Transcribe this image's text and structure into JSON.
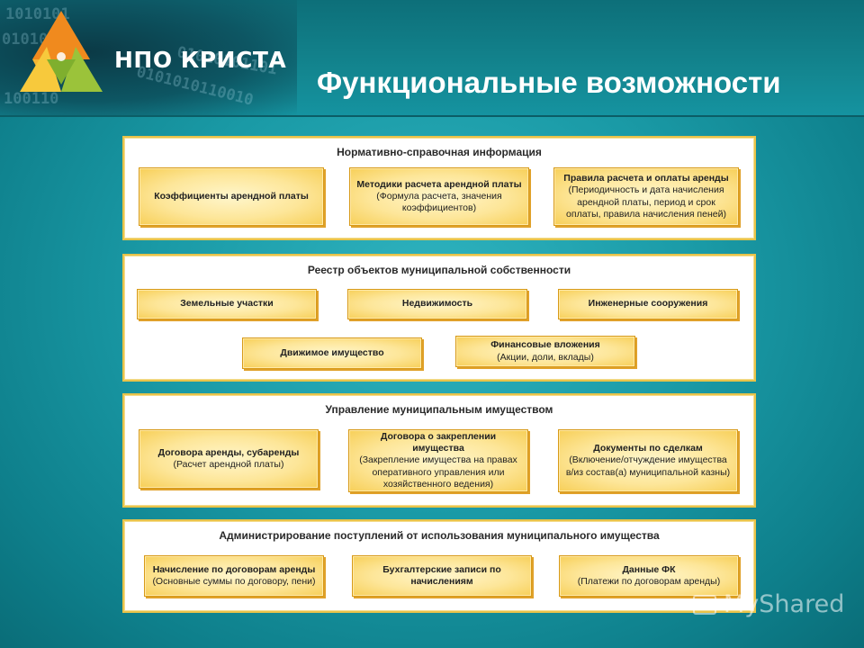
{
  "header": {
    "brand": "НПО КРИСТА",
    "title": "Функциональные возможности",
    "binary_lines": [
      "1010101",
      "01010",
      "0101010110010",
      "01010101101",
      "100110"
    ]
  },
  "panels": [
    {
      "title": "Нормативно-справочная информация",
      "boxes": [
        {
          "bold": "Коэффициенты арендной платы",
          "sub": ""
        },
        {
          "bold": "Методики расчета арендной платы",
          "sub": "(Формула расчета, значения коэффициентов)"
        },
        {
          "bold": "Правила расчета и оплаты аренды",
          "sub": "(Периодичность и дата начисления арендной платы, период и срок оплаты, правила начисления пеней)"
        }
      ]
    },
    {
      "title": "Реестр объектов муниципальной собственности",
      "boxes": [
        {
          "bold": "Земельные участки",
          "sub": ""
        },
        {
          "bold": "Недвижимость",
          "sub": ""
        },
        {
          "bold": "Инженерные сооружения",
          "sub": ""
        },
        {
          "bold": "Движимое имущество",
          "sub": ""
        },
        {
          "bold": "Финансовые вложения",
          "sub": "(Акции, доли, вклады)"
        }
      ]
    },
    {
      "title": "Управление муниципальным имуществом",
      "boxes": [
        {
          "bold": "Договора аренды, субаренды",
          "sub": "(Расчет арендной платы)"
        },
        {
          "bold": "Договора о закреплении имущества",
          "sub": "(Закрепление имущества на правах оперативного управления или хозяйственного ведения)"
        },
        {
          "bold": "Документы по сделкам",
          "sub": "(Включение/отчуждение имущества в/из состав(а) муниципальной казны)"
        }
      ]
    },
    {
      "title": "Администрирование поступлений от использования муниципального имущества",
      "boxes": [
        {
          "bold": "Начисление по договорам аренды",
          "sub": "(Основные суммы по договору, пени)"
        },
        {
          "bold": "Бухгалтерские записи по начислениям",
          "sub": ""
        },
        {
          "bold": "Данные ФК",
          "sub": "(Платежи по договорам аренды)"
        }
      ]
    }
  ],
  "watermark": "MyShared",
  "colors": {
    "background": "#1a9aa6",
    "panel_border": "#e8c34a",
    "box_fill": "#fde699",
    "box_border": "#d79a18"
  }
}
